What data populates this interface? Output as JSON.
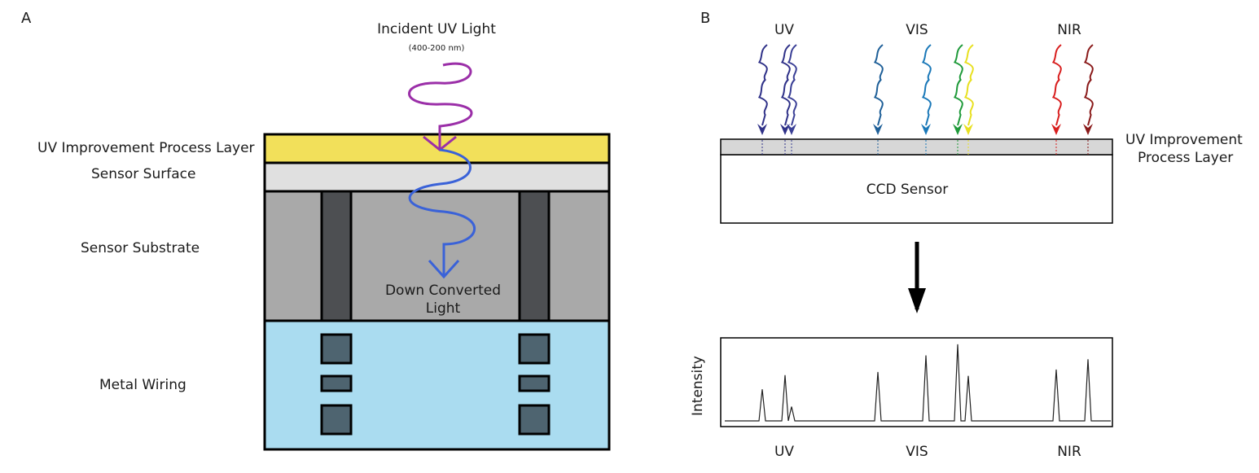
{
  "panel_a": {
    "letter": "A",
    "incident_title": "Incident UV Light",
    "incident_range": "(400-200 nm)",
    "labels": {
      "uv_layer": "UV Improvement Process Layer",
      "sensor_surface": "Sensor Surface",
      "sensor_substrate": "Sensor Substrate",
      "metal_wiring": "Metal Wiring"
    },
    "down_converted_line1": "Down Converted",
    "down_converted_line2": "Light",
    "colors": {
      "uv_layer": "#f2e05a",
      "surface": "#e0e0e0",
      "substrate": "#a9a9a9",
      "pillar": "#4d4f52",
      "wiring_bg": "#aadcf0",
      "wiring_block": "#4e6470",
      "uv_wave": "#9b2fa8",
      "converted_wave": "#3a62d8"
    }
  },
  "panel_b": {
    "letter": "B",
    "band_labels_top": [
      "UV",
      "VIS",
      "NIR"
    ],
    "layer_label_line1": "UV Improvement",
    "layer_label_line2": "Process Layer",
    "sensor_label": "CCD Sensor",
    "wave_colors": [
      "#2f3188",
      "#2f3188",
      "#3a3f96",
      "#1e5f98",
      "#1a78b8",
      "#1f9a3a",
      "#e8e020",
      "#d81e1e",
      "#8a1a1a"
    ],
    "spectrum_labels_bottom": [
      "UV",
      "VIS",
      "NIR"
    ]
  },
  "chart_data": {
    "type": "line",
    "title": "",
    "xlabel": "",
    "ylabel": "Intensity",
    "x_bands": [
      "UV",
      "VIS",
      "NIR"
    ],
    "grid": false,
    "series": [
      {
        "peaks": [
          {
            "band": "UV",
            "height": 0.4
          },
          {
            "band": "UV",
            "height": 0.58
          },
          {
            "band": "UV",
            "height": 0.18
          },
          {
            "band": "VIS",
            "height": 0.62
          },
          {
            "band": "VIS",
            "height": 0.83
          },
          {
            "band": "VIS",
            "height": 0.97
          },
          {
            "band": "VIS",
            "height": 0.57
          },
          {
            "band": "NIR",
            "height": 0.65
          },
          {
            "band": "NIR",
            "height": 0.78
          }
        ]
      }
    ]
  }
}
